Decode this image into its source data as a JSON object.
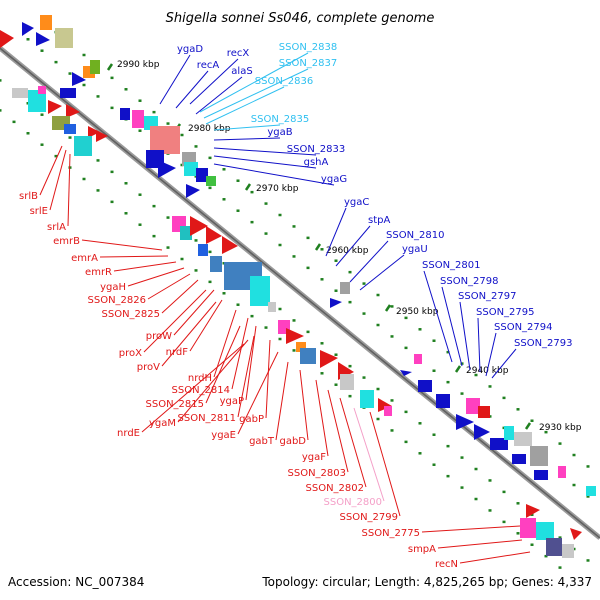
{
  "title": "Shigella sonnei Ss046, complete genome",
  "accession": "Accession: NC_007384",
  "topology": "Topology: circular; Length: 4,825,265 bp; Genes: 4,337",
  "colors": {
    "forward_label": "#1010c8",
    "reverse_label": "#e01818",
    "light_forward": "#30c0f0",
    "light_reverse": "#f4a0c8",
    "backbone": "#808080",
    "tick": "#208020"
  },
  "ticks": [
    {
      "label": "2990 kbp"
    },
    {
      "label": "2980 kbp"
    },
    {
      "label": "2970 kbp"
    },
    {
      "label": "2960 kbp"
    },
    {
      "label": "2950 kbp"
    },
    {
      "label": "2940 kbp"
    },
    {
      "label": "2930 kbp"
    }
  ],
  "genes_top": [
    {
      "name": "ygaD",
      "color": "#1010c8"
    },
    {
      "name": "recX",
      "color": "#1010c8"
    },
    {
      "name": "recA",
      "color": "#1010c8"
    },
    {
      "name": "alaS",
      "color": "#1010c8"
    },
    {
      "name": "SSON_2838",
      "color": "#30c0f0"
    },
    {
      "name": "SSON_2837",
      "color": "#30c0f0"
    },
    {
      "name": "SSON_2836",
      "color": "#30c0f0"
    },
    {
      "name": "SSON_2835",
      "color": "#30c0f0"
    },
    {
      "name": "ygaB",
      "color": "#1010c8"
    },
    {
      "name": "SSON_2833",
      "color": "#1010c8"
    },
    {
      "name": "gshA",
      "color": "#1010c8"
    },
    {
      "name": "ygaG",
      "color": "#1010c8"
    },
    {
      "name": "ygaC",
      "color": "#1010c8"
    },
    {
      "name": "stpA",
      "color": "#1010c8"
    },
    {
      "name": "SSON_2810",
      "color": "#1010c8"
    },
    {
      "name": "ygaU",
      "color": "#1010c8"
    },
    {
      "name": "SSON_2801",
      "color": "#1010c8"
    },
    {
      "name": "SSON_2798",
      "color": "#1010c8"
    },
    {
      "name": "SSON_2797",
      "color": "#1010c8"
    },
    {
      "name": "SSON_2795",
      "color": "#1010c8"
    },
    {
      "name": "SSON_2794",
      "color": "#1010c8"
    },
    {
      "name": "SSON_2793",
      "color": "#1010c8"
    }
  ],
  "genes_bottom": [
    {
      "name": "srlB",
      "color": "#e01818"
    },
    {
      "name": "srlE",
      "color": "#e01818"
    },
    {
      "name": "srlA",
      "color": "#e01818"
    },
    {
      "name": "emrB",
      "color": "#e01818"
    },
    {
      "name": "emrA",
      "color": "#e01818"
    },
    {
      "name": "emrR",
      "color": "#e01818"
    },
    {
      "name": "ygaH",
      "color": "#e01818"
    },
    {
      "name": "SSON_2826",
      "color": "#e01818"
    },
    {
      "name": "SSON_2825",
      "color": "#e01818"
    },
    {
      "name": "proW",
      "color": "#e01818"
    },
    {
      "name": "proX",
      "color": "#e01818"
    },
    {
      "name": "nrdF",
      "color": "#e01818"
    },
    {
      "name": "proV",
      "color": "#e01818"
    },
    {
      "name": "nrdH",
      "color": "#e01818"
    },
    {
      "name": "SSON_2814",
      "color": "#e01818"
    },
    {
      "name": "ygaP",
      "color": "#e01818"
    },
    {
      "name": "SSON_2815",
      "color": "#e01818"
    },
    {
      "name": "gabP",
      "color": "#e01818"
    },
    {
      "name": "SSON_2811",
      "color": "#e01818"
    },
    {
      "name": "ygaM",
      "color": "#e01818"
    },
    {
      "name": "nrdE",
      "color": "#e01818"
    },
    {
      "name": "ygaE",
      "color": "#e01818"
    },
    {
      "name": "gabT",
      "color": "#e01818"
    },
    {
      "name": "gabD",
      "color": "#e01818"
    },
    {
      "name": "ygaF",
      "color": "#e01818"
    },
    {
      "name": "SSON_2803",
      "color": "#e01818"
    },
    {
      "name": "SSON_2802",
      "color": "#e01818"
    },
    {
      "name": "SSON_2800",
      "color": "#f4a0c8"
    },
    {
      "name": "SSON_2799",
      "color": "#e01818"
    },
    {
      "name": "SSON_2775",
      "color": "#e01818"
    },
    {
      "name": "smpA",
      "color": "#e01818"
    },
    {
      "name": "recN",
      "color": "#e01818"
    }
  ]
}
